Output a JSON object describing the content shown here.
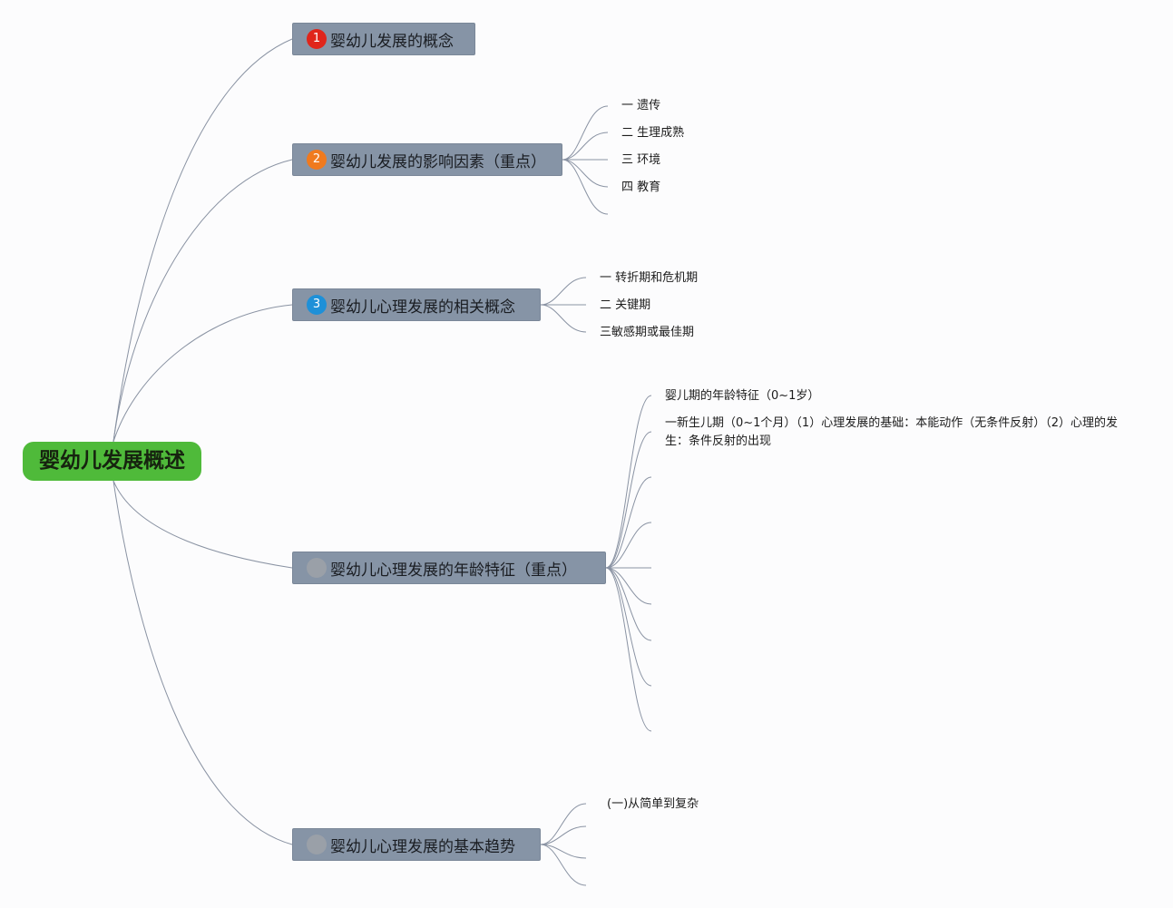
{
  "root": {
    "label": "婴幼儿发展概述",
    "color": "#4fba3a"
  },
  "topics": [
    {
      "badge": "1",
      "badge_color": "#e0251b",
      "label": "婴幼儿发展的概念",
      "children": []
    },
    {
      "badge": "2",
      "badge_color": "#f07a1e",
      "label": "婴幼儿发展的影响因素（重点）",
      "children": [
        "一 遗传",
        "二 生理成熟",
        "三 环境",
        "四 教育"
      ]
    },
    {
      "badge": "3",
      "badge_color": "#1e90d8",
      "label": "婴幼儿心理发展的相关概念",
      "children": [
        "一 转折期和危机期",
        "二 关键期",
        "三敏感期或最佳期"
      ]
    },
    {
      "badge": "",
      "badge_color": "#9aa0a8",
      "label": "婴幼儿心理发展的年龄特征（重点）",
      "children": [
        "婴儿期的年龄特征（0~1岁）",
        "一新生儿期（0~1个月）（1）心理发展的基础：本能动作（无条件反射）（2）心理的发生：条件反射的出现"
      ]
    },
    {
      "badge": "",
      "badge_color": "#9aa0a8",
      "label": "婴幼儿心理发展的基本趋势",
      "children": [
        "(一)从简单到复杂"
      ]
    }
  ],
  "colors": {
    "topic_fill": "#8694a6",
    "connector": "#8a93a3",
    "background": "#fcfcfd"
  }
}
